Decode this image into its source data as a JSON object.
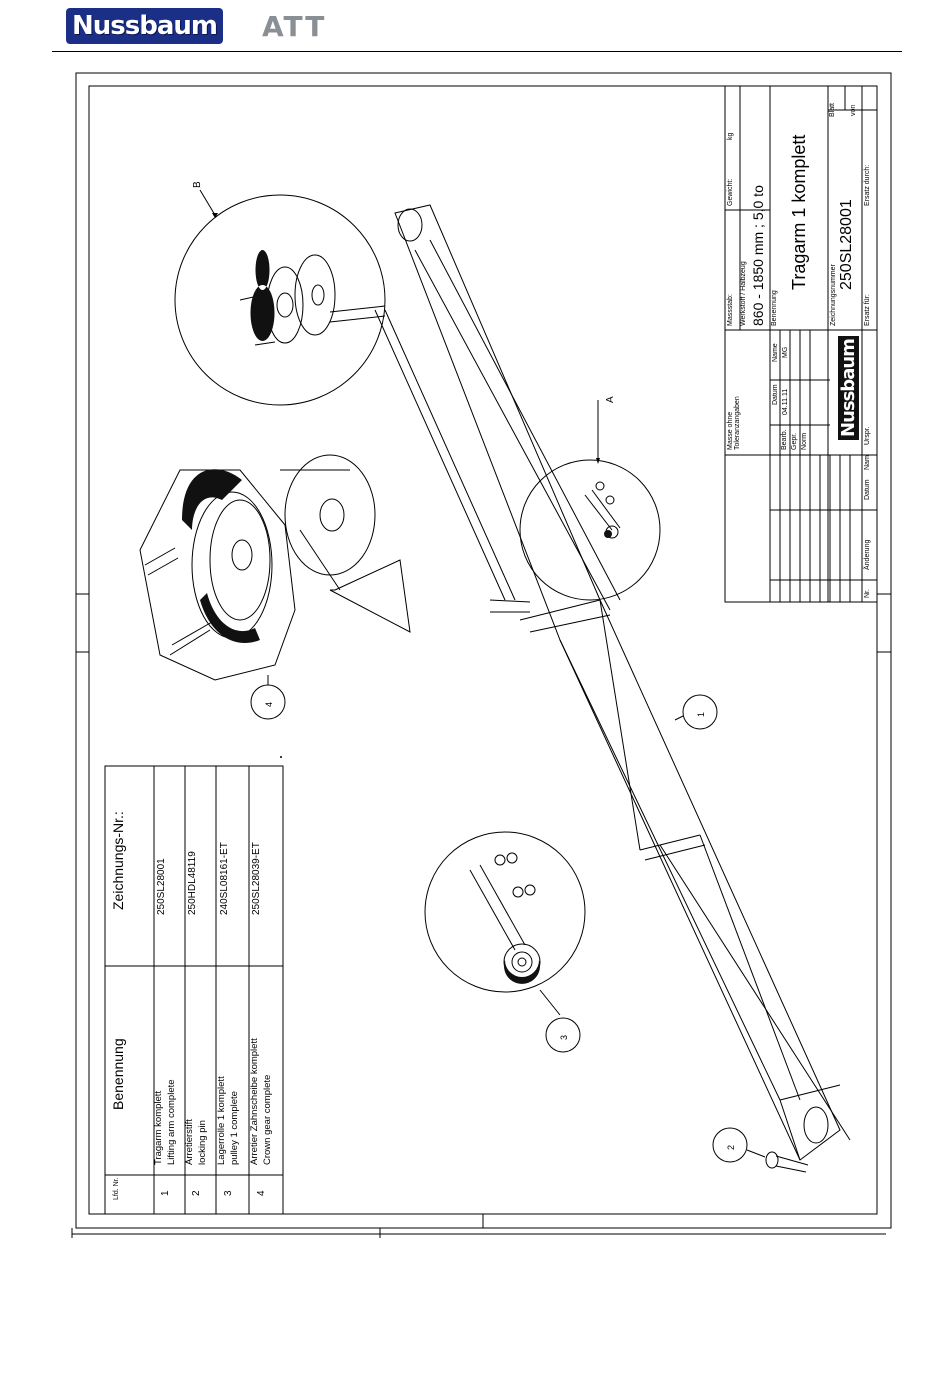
{
  "header": {
    "logo_primary": "Nussbaum",
    "logo_secondary": "ATT"
  },
  "title_block": {
    "massstab_label": "Massstab:",
    "gewicht_label": "Gewicht:",
    "gewicht_unit": "kg",
    "werkstoff_label": "Werkstoff / Halbzeug",
    "werkstoff_value": "860 - 1850 mm  ;  5,0 to",
    "benennung_label": "Benennung",
    "title": "Tragarm 1 komplett",
    "zeichnungsnr_label": "Zeichnungsnummer",
    "drawing_no": "250SL28001",
    "blatt_label": "Blatt",
    "von_label": "von",
    "ersatz_fuer_label": "Ersatz für:",
    "ersatz_durch_label": "Ersatz durch:",
    "tolerance_note_1": "Masse ohne",
    "tolerance_note_2": "Toleranzangaben",
    "datum_label": "Datum",
    "name_label": "Name",
    "bearb_label": "Bearb.",
    "gepr_label": "Gepr.",
    "norm_label": "Norm",
    "bearb_date": "04.11.11",
    "bearb_name": "MG",
    "rev_nr_label": "Nr.",
    "rev_aenderung_label": "Änderung",
    "rev_datum_label": "Datum",
    "rev_name_label": "Nam",
    "rev_urspr_label": "Urspr.",
    "logo_text": "Nussbaum"
  },
  "parts_list": {
    "col_nr": "Lfd. Nr.",
    "col_benennung": "Benennung",
    "col_zeichnung": "Zeichnungs-Nr.:",
    "rows": [
      {
        "nr": "1",
        "de": "Tragarm komplett",
        "en": "Lifting arm complete",
        "drawing": "250SL28001"
      },
      {
        "nr": "2",
        "de": "Arretierstift",
        "en": "locking pin",
        "drawing": "250HDL48119"
      },
      {
        "nr": "3",
        "de": "Lagerrolle 1 komplett",
        "en": "pulley 1 complete",
        "drawing": "240SL08161-ET"
      },
      {
        "nr": "4",
        "de": "Arretier Zahnscheibe komplett",
        "en": "Crown gear complete",
        "drawing": "250SL28039-ET"
      }
    ]
  },
  "callouts": {
    "detail_a": "A",
    "detail_b": "B",
    "item_1": "1",
    "item_2": "2",
    "item_3": "3",
    "item_4": "4"
  }
}
